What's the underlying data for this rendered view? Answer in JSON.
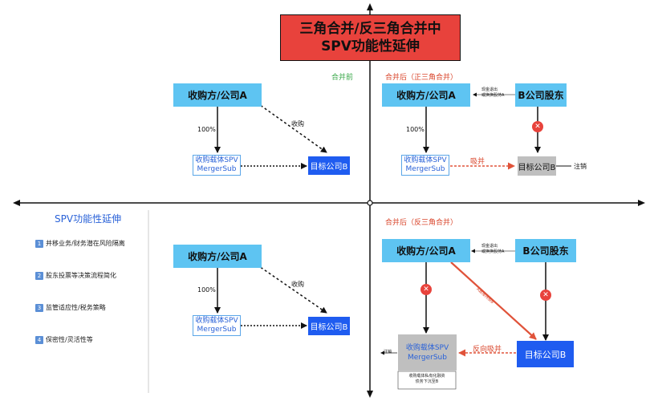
{
  "title": {
    "line1": "三角合并/反三角合并中",
    "line2": "SPV功能性延伸"
  },
  "quadrant_labels": {
    "before": "合并前",
    "after_forward": "合并后（正三角合并）",
    "after_reverse": "合并后（反三角合并）"
  },
  "side_panel": {
    "title": "SPV功能性延伸",
    "items": [
      {
        "num": "1",
        "text": "并移业务/财务潜在风险隔离"
      },
      {
        "num": "2",
        "text": "股东投票等决策流程简化"
      },
      {
        "num": "3",
        "text": "监管适应性/税务策略"
      },
      {
        "num": "4",
        "text": "保密性/灵活性等"
      }
    ]
  },
  "nodes": {
    "acquirer": "收购方/公司A",
    "spv_line1": "收购载体SPV",
    "spv_line2": "MergerSub",
    "target": "目标公司B",
    "b_shareholders": "B公司股东"
  },
  "edge_labels": {
    "pct": "100%",
    "acquire": "收购",
    "absorb": "吸并",
    "reverse_absorb": "反向吸并",
    "cancel": "注销",
    "cash_out_line1": "现金退出",
    "cash_out_line2": "或换换股持A",
    "a_direct": "A直接持股B",
    "spv_note_line1": "收购载体私有化融资",
    "spv_note_line2": "债务下沉至B"
  },
  "colors": {
    "title_bg": "#e8423c",
    "node_blue": "#5ec4f2",
    "node_dark": "#1f5cf0",
    "node_grey": "#bfbfbf",
    "green_label": "#3aa84a",
    "red_label": "#d9452b",
    "side_title": "#2a62d8"
  }
}
